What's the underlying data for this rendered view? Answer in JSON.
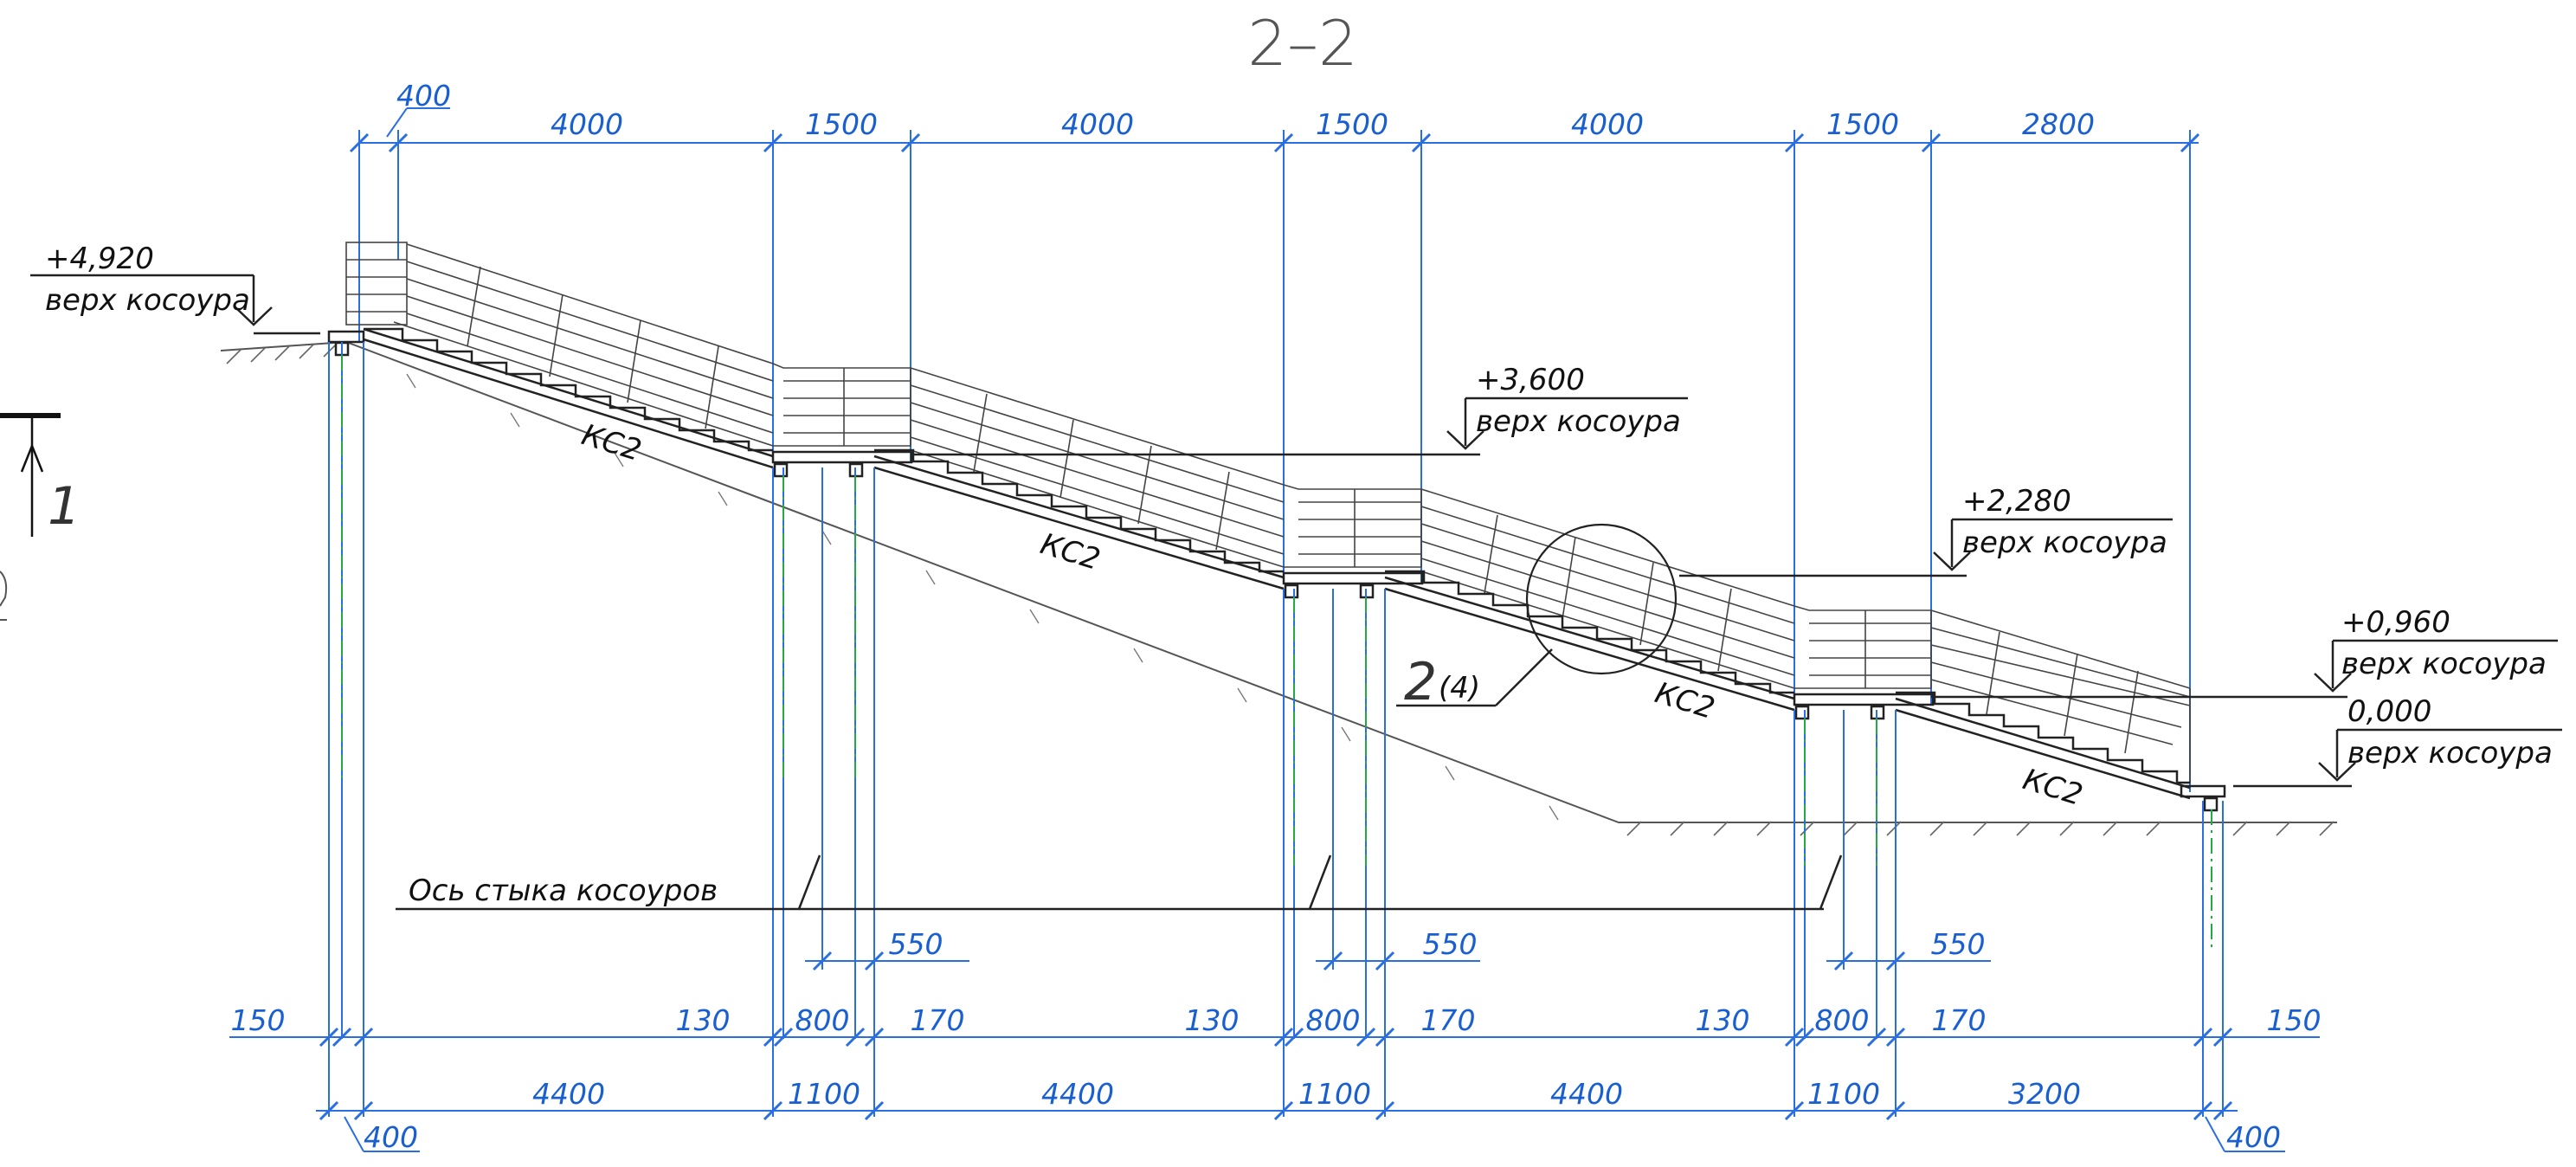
{
  "title": "2–2",
  "section_mark": {
    "number": "1"
  },
  "elevations": [
    {
      "value": "+4,920",
      "note": "верх косоура"
    },
    {
      "value": "+3,600",
      "note": "верх косоура"
    },
    {
      "value": "+2,280",
      "note": "верх косоура"
    },
    {
      "value": "+0,960",
      "note": "верх косоура"
    },
    {
      "value": "0,000",
      "note": "верх косоура"
    }
  ],
  "stringer_marks": [
    "КС2",
    "КС2",
    "КС2",
    "КС2"
  ],
  "detail_callout": {
    "label": "2",
    "sheet": "(4)"
  },
  "joint_axis_label": "Ось стыка косоуров",
  "top_dims": {
    "offset": "400",
    "spans": [
      "4000",
      "1500",
      "4000",
      "1500",
      "4000",
      "1500",
      "2800"
    ]
  },
  "support_widths": [
    "550",
    "550",
    "550"
  ],
  "detail_dims": [
    "150",
    "130",
    "800",
    "170",
    "130",
    "800",
    "170",
    "130",
    "800",
    "170",
    "150"
  ],
  "bottom_dims": {
    "spans": [
      "4400",
      "1100",
      "4400",
      "1100",
      "4400",
      "1100",
      "3200"
    ],
    "offset_left": "400",
    "offset_right": "400"
  }
}
